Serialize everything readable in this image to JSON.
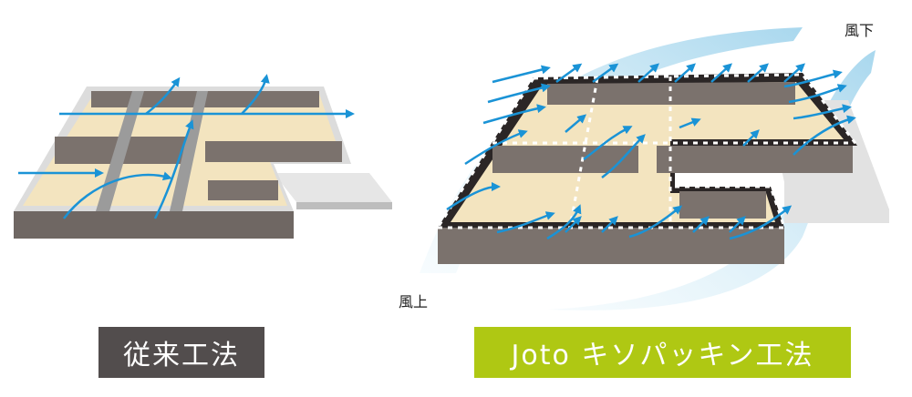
{
  "labels": {
    "conventional": "従来工法",
    "joto": "Joto キソパッキン工法",
    "leeward": "風下",
    "windward": "風上"
  },
  "colors": {
    "conventional_badge": "#524d4d",
    "joto_badge": "#afc813",
    "wall": "#7b726d",
    "floor": "#f3e4bf",
    "arrow": "#1a93d6",
    "wind_flow": "#bfe3f3"
  }
}
